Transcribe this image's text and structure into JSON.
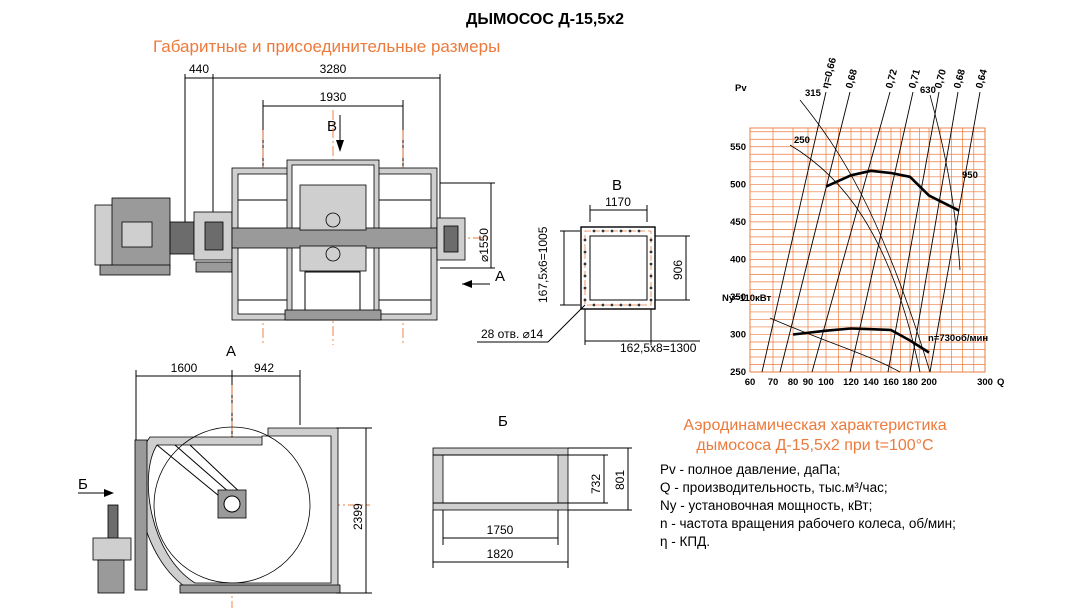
{
  "title": "ДЫМОСОС Д-15,5х2",
  "subtitle": "Габаритные и присоединительные размеры",
  "top_view": {
    "dim_440": "440",
    "dim_3280": "3280",
    "dim_1930": "1930",
    "dim_d1550": "⌀1550",
    "view_b_arrow": "В",
    "view_a_arrow": "А"
  },
  "flange_view": {
    "label": "В",
    "dim_1170": "1170",
    "dim_906": "906",
    "dim_167": "167,5х6=1005",
    "dim_162": "162,5х8=1300",
    "holes": "28 отв. ⌀14"
  },
  "side_view": {
    "label": "А",
    "dim_1600": "1600",
    "dim_942": "942",
    "dim_2399": "2399",
    "arrow_b": "Б"
  },
  "outlet_view": {
    "label": "Б",
    "dim_1750": "1750",
    "dim_1820": "1820",
    "dim_732": "732",
    "dim_801": "801"
  },
  "aero_title": [
    "Аэродинамическая характеристика",
    "дымососа Д-15,5х2 при t=100°С"
  ],
  "legend": [
    "Pv - полное давление, даПа;",
    "Q - производительность, тыс.м³/час;",
    "Ny - установочная мощность, кВт;",
    "n - частота вращения рабочего колеса, об/мин;",
    "η - КПД."
  ],
  "chart_data": {
    "type": "line",
    "x_label": "Q",
    "y_label": "Pv",
    "y_ticks": [
      250,
      300,
      350,
      400,
      450,
      500,
      550
    ],
    "x_ticks": [
      60,
      70,
      80,
      90,
      100,
      120,
      140,
      160,
      180,
      200,
      300
    ],
    "efficiency_labels": [
      "η=0,66",
      "0,68",
      "0,72",
      "0,71",
      "0,70",
      "0,68",
      "0,64"
    ],
    "power_labels": [
      "315",
      "250",
      "630",
      "950",
      "Ny=110кВт"
    ],
    "speed_label": "n=730об/мин",
    "pressure_curve": {
      "Q": [
        100,
        120,
        140,
        160,
        180,
        200
      ],
      "Pv": [
        497,
        512,
        518,
        515,
        510,
        485
      ]
    },
    "power_curve": {
      "Q": [
        80,
        100,
        120,
        140,
        160,
        180
      ],
      "Ny": [
        300,
        305,
        308,
        307,
        306,
        292
      ]
    }
  }
}
